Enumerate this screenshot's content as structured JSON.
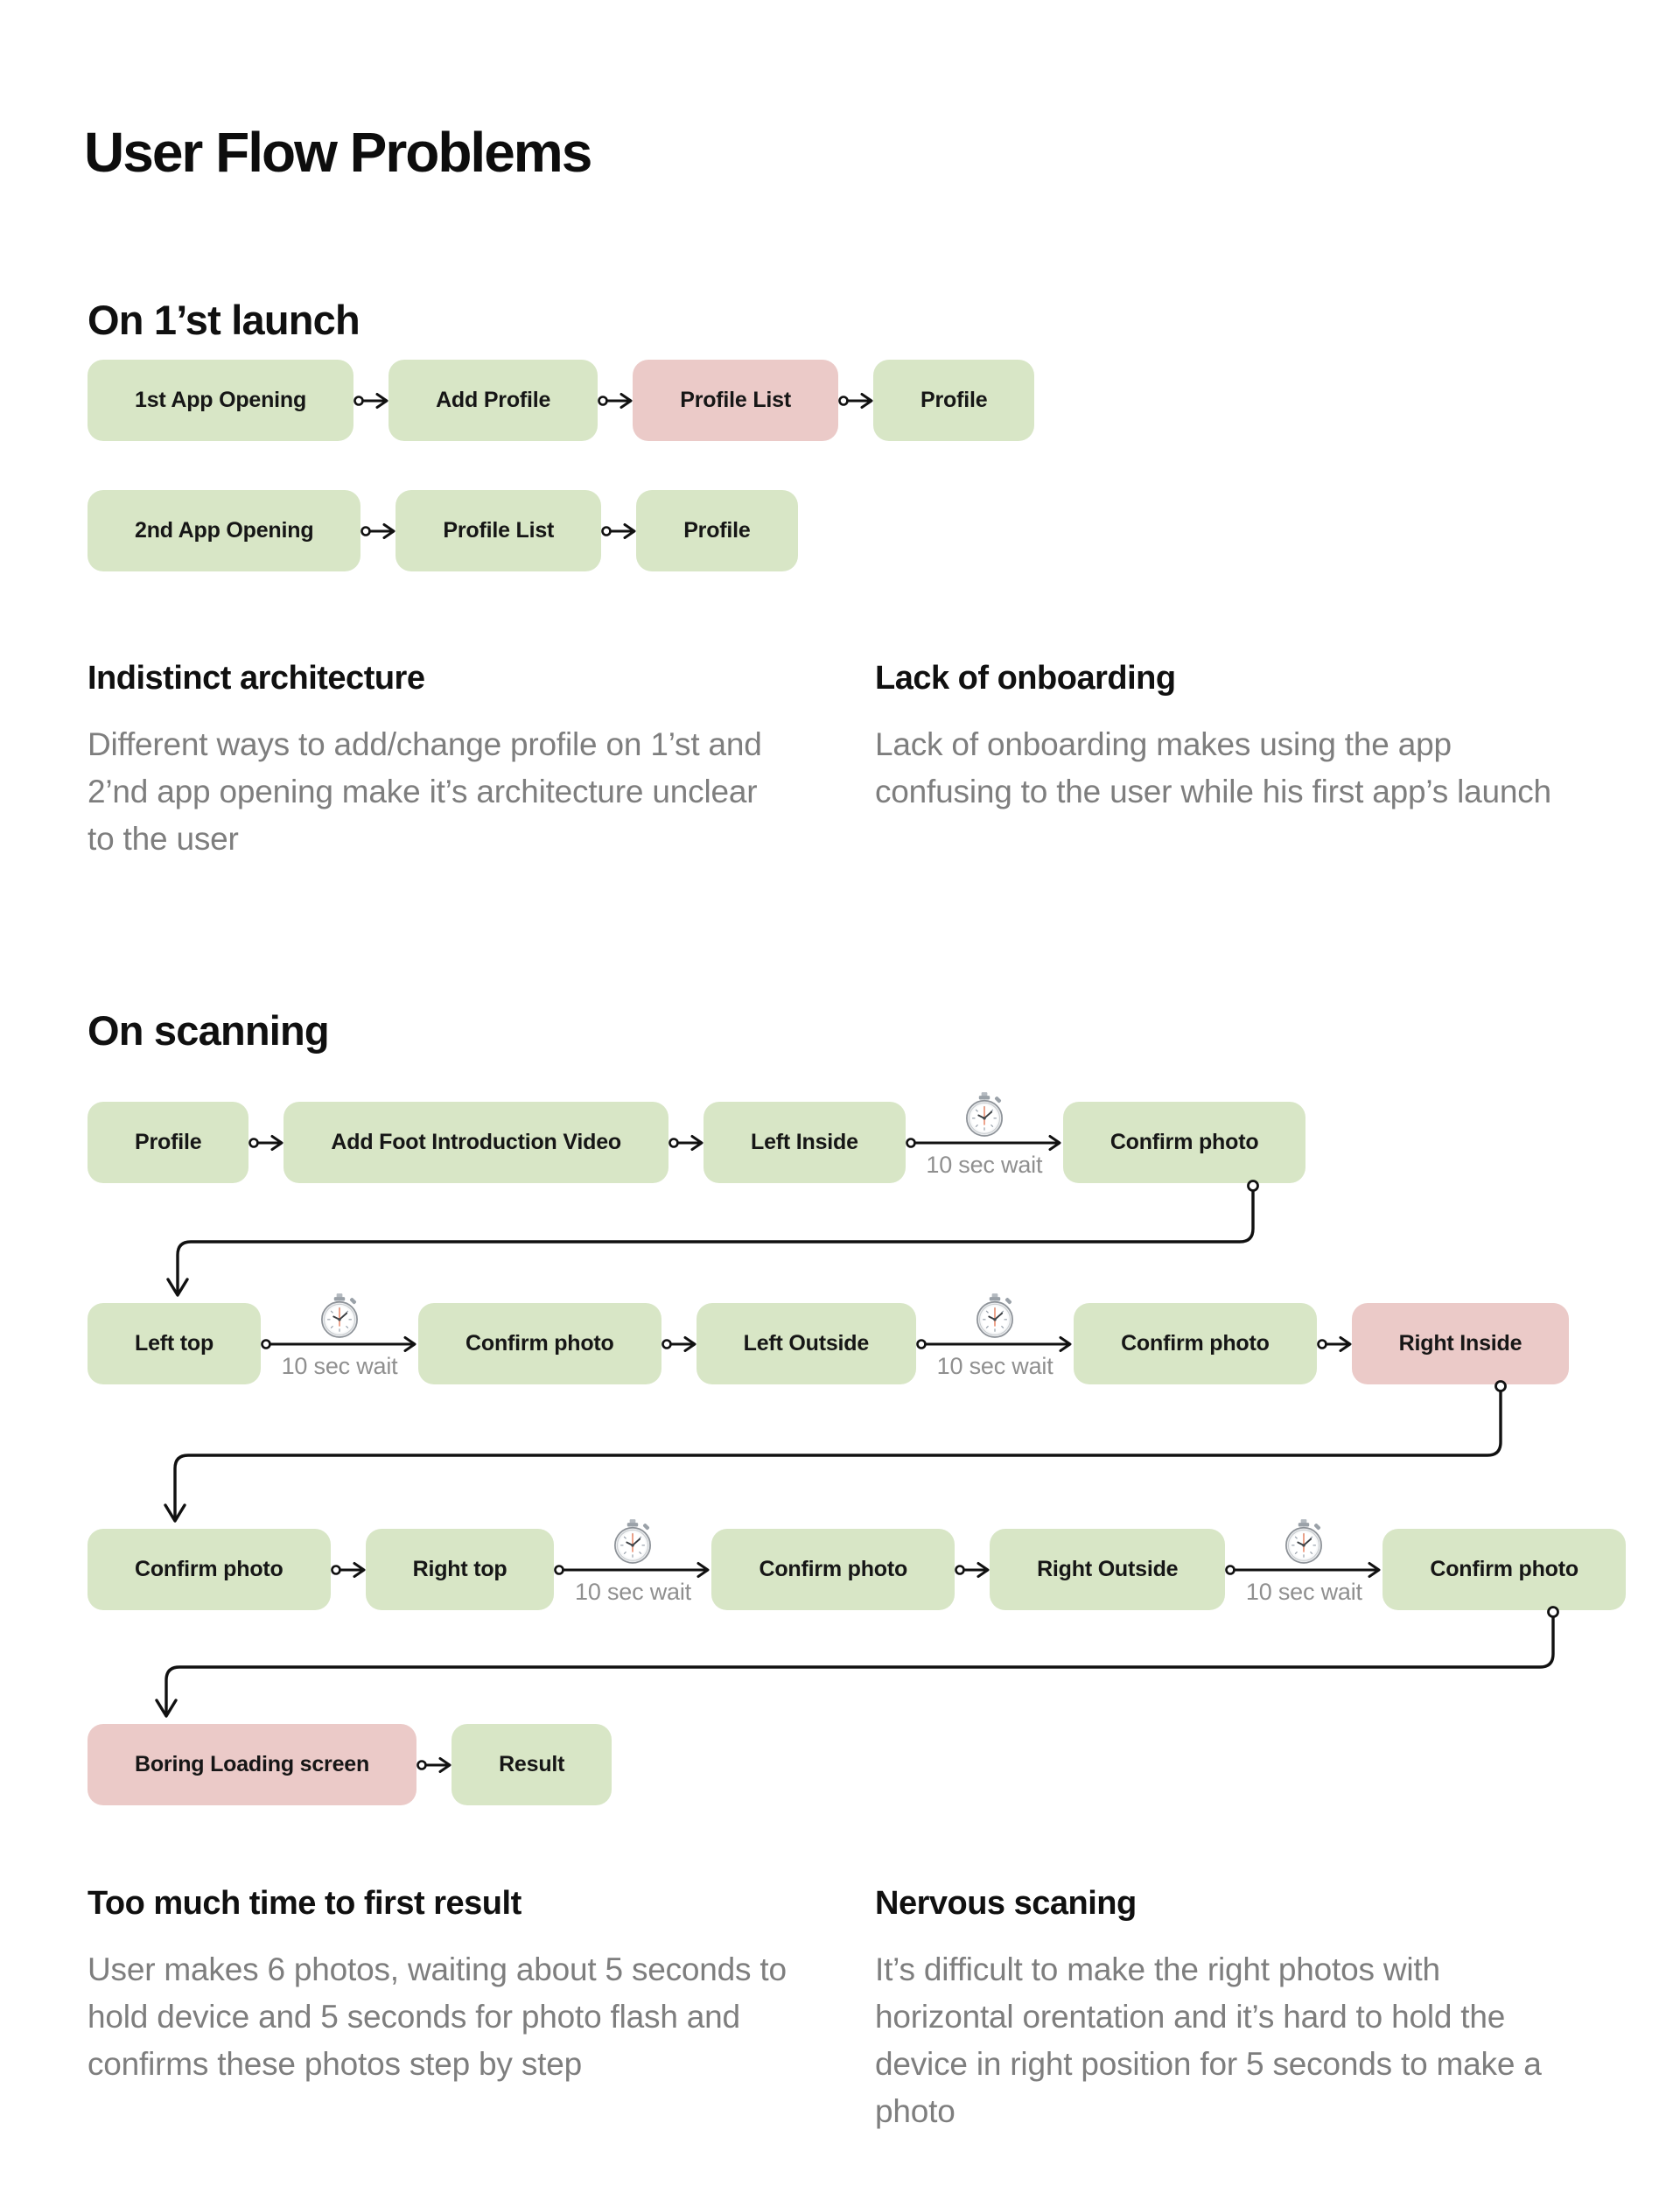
{
  "page": {
    "title": "User Flow Problems"
  },
  "colors": {
    "step_green": "#d8e6c6",
    "step_pink": "#ebcac8",
    "line_black": "#111111",
    "body_gray": "#7e7e7e"
  },
  "launch": {
    "heading": "On 1’st launch",
    "rows": [
      [
        {
          "t": "box",
          "c": "green",
          "label": "1st App Opening"
        },
        {
          "t": "arrow"
        },
        {
          "t": "box",
          "c": "green",
          "label": "Add Profile"
        },
        {
          "t": "arrow"
        },
        {
          "t": "box",
          "c": "pink",
          "label": "Profile List"
        },
        {
          "t": "arrow"
        },
        {
          "t": "box",
          "c": "green",
          "label": "Profile"
        }
      ],
      [
        {
          "t": "box",
          "c": "green",
          "label": "2nd App Opening"
        },
        {
          "t": "arrow"
        },
        {
          "t": "box",
          "c": "green",
          "label": "Profile List"
        },
        {
          "t": "arrow"
        },
        {
          "t": "box",
          "c": "green",
          "label": "Profile"
        }
      ]
    ],
    "problems": [
      {
        "title": "Indistinct architecture",
        "body": "Different ways to add/change profile on 1’st and\n2’nd app opening make it’s architecture unclear\nto the user"
      },
      {
        "title": "Lack of onboarding",
        "body": "Lack of onboarding makes using the app\nconfusing to the user while his first app’s launch"
      }
    ]
  },
  "scanning": {
    "heading": "On scanning",
    "rows": [
      [
        {
          "t": "box",
          "c": "green",
          "label": "Profile"
        },
        {
          "t": "arrow"
        },
        {
          "t": "box",
          "c": "green",
          "label": "Add Foot Introduction Video"
        },
        {
          "t": "arrow"
        },
        {
          "t": "box",
          "c": "green",
          "label": "Left Inside"
        },
        {
          "t": "wait",
          "label": "10 sec wait"
        },
        {
          "t": "box",
          "c": "green",
          "label": "Confirm photo"
        }
      ],
      [
        {
          "t": "box",
          "c": "green",
          "label": "Left top"
        },
        {
          "t": "wait",
          "label": "10 sec wait"
        },
        {
          "t": "box",
          "c": "green",
          "label": "Confirm photo"
        },
        {
          "t": "arrow"
        },
        {
          "t": "box",
          "c": "green",
          "label": "Left Outside"
        },
        {
          "t": "wait",
          "label": "10 sec wait"
        },
        {
          "t": "box",
          "c": "green",
          "label": "Confirm photo"
        },
        {
          "t": "arrow"
        },
        {
          "t": "box",
          "c": "pink",
          "label": "Right Inside"
        }
      ],
      [
        {
          "t": "box",
          "c": "green",
          "label": "Confirm photo"
        },
        {
          "t": "arrow"
        },
        {
          "t": "box",
          "c": "green",
          "label": "Right top"
        },
        {
          "t": "wait",
          "label": "10 sec wait"
        },
        {
          "t": "box",
          "c": "green",
          "label": "Confirm photo"
        },
        {
          "t": "arrow"
        },
        {
          "t": "box",
          "c": "green",
          "label": "Right Outside"
        },
        {
          "t": "wait",
          "label": "10 sec wait"
        },
        {
          "t": "box",
          "c": "green",
          "label": "Confirm photo"
        }
      ],
      [
        {
          "t": "box",
          "c": "pink",
          "label": "Boring Loading screen"
        },
        {
          "t": "arrow"
        },
        {
          "t": "box",
          "c": "green",
          "label": "Result"
        }
      ]
    ],
    "problems": [
      {
        "title": "Too much time to first result",
        "body": "User makes 6 photos, waiting about 5 seconds to\nhold device and 5 seconds for photo flash and\nconfirms these photos step by step"
      },
      {
        "title": "Nervous scaning",
        "body": "It’s difficult to make the right photos with\nhorizontal orentation and it’s hard to hold the\ndevice in right position for 5 seconds to make a\nphoto"
      }
    ]
  }
}
